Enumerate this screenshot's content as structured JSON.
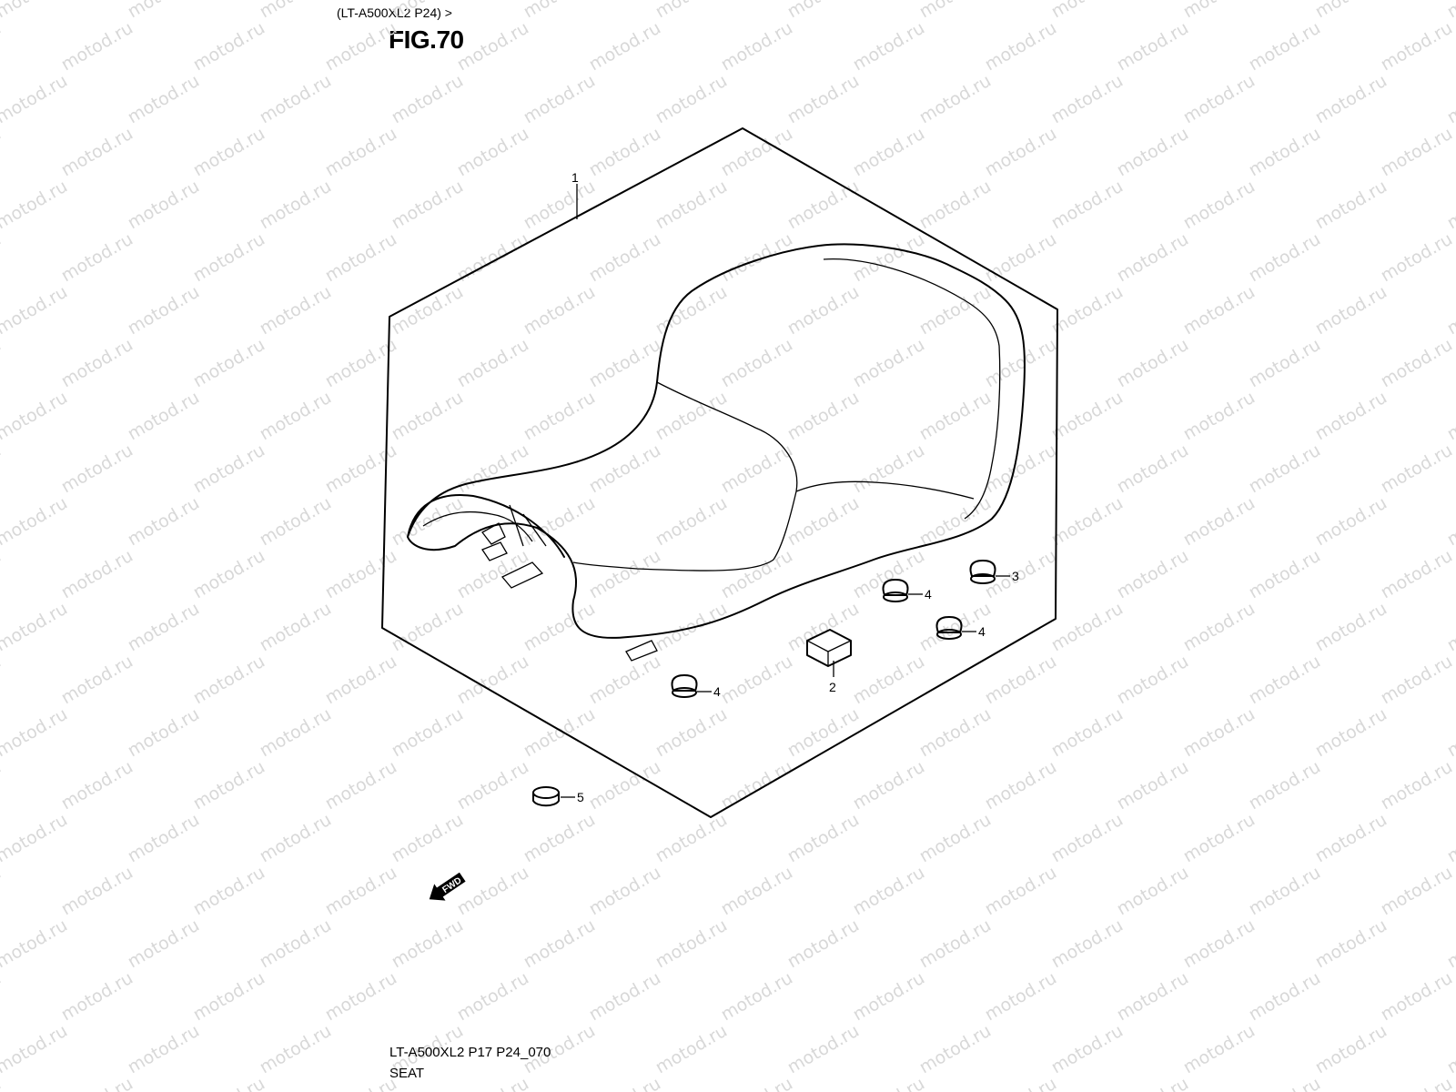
{
  "header": {
    "model_ref": "(LT-A500XL2 P24) >",
    "figure_title": "FIG.70"
  },
  "footer": {
    "ref_code": "LT-A500XL2 P17 P24_070",
    "part_name": "SEAT"
  },
  "callouts": {
    "c1": "1",
    "c2": "2",
    "c3": "3",
    "c4a": "4",
    "c4b": "4",
    "c4c": "4",
    "c5": "5"
  },
  "fwd_label": "FWD",
  "watermark": "motod.ru"
}
